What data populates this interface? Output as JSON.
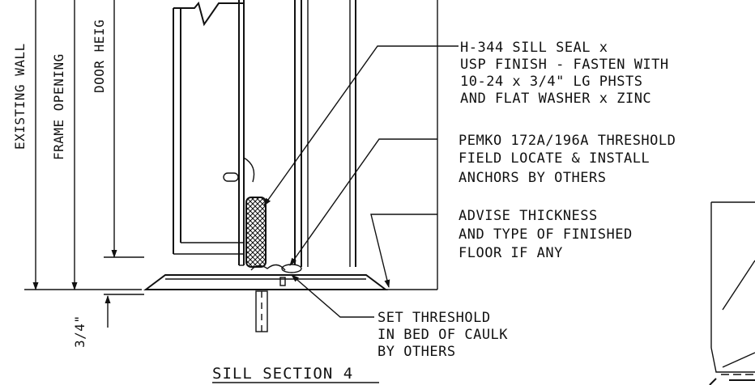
{
  "dimensions": {
    "existing_wall": "EXISTING WALL",
    "frame_opening": "FRAME OPENING",
    "door_height": "DOOR HEIG",
    "threshold_offset": "3/4\""
  },
  "notes": {
    "sill_seal": [
      "H-344 SILL SEAL x",
      "USP FINISH - FASTEN WITH",
      "10-24 x 3/4\" LG PHSTS",
      "AND FLAT WASHER x ZINC"
    ],
    "threshold": [
      "PEMKO 172A/196A THRESHOLD",
      "FIELD LOCATE & INSTALL",
      "ANCHORS BY OTHERS"
    ],
    "finished_floor": [
      "ADVISE THICKNESS",
      "AND TYPE OF FINISHED",
      "FLOOR IF ANY"
    ],
    "caulk": [
      "SET THRESHOLD",
      "IN BED OF CAULK",
      "BY OTHERS"
    ]
  },
  "title": "SILL SECTION 4"
}
